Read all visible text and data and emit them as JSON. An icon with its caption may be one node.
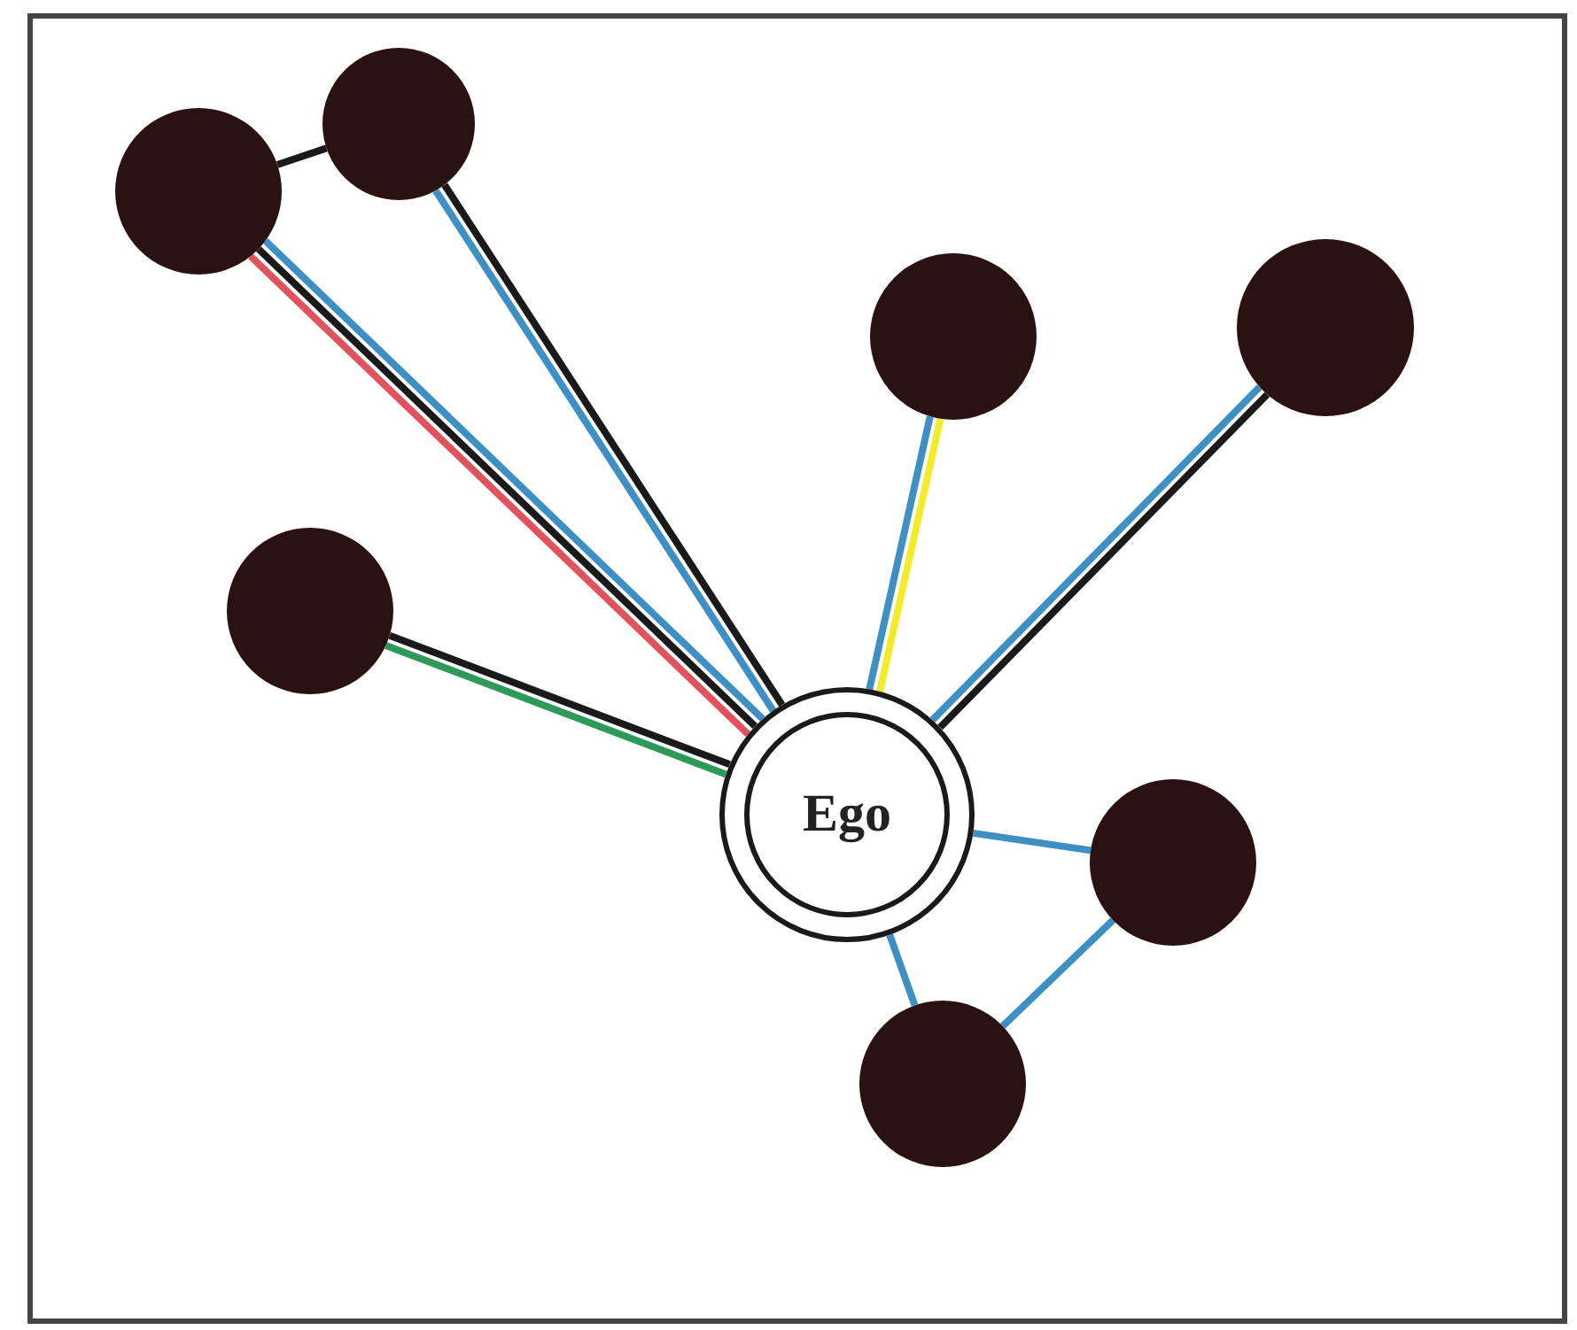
{
  "diagram": {
    "nodes": [
      {
        "text": [],
        "shape": "circle"
      },
      {
        "text": [],
        "shape": "circle"
      },
      {
        "text": [],
        "shape": "circle"
      },
      {
        "text": [],
        "shape": "circle"
      },
      {
        "text": [],
        "shape": "circle"
      },
      {
        "text": [
          "Ego"
        ]
      },
      {
        "text": [],
        "shape": "circle"
      },
      {
        "text": [],
        "shape": "circle"
      }
    ],
    "edges": [
      {
        "from": 0,
        "to": 1,
        "arrow": "none",
        "color": "#1a1a1a"
      },
      {
        "from": 1,
        "to": 5,
        "arrow": "none",
        "color": "#1a1a1a"
      },
      {
        "from": 1,
        "to": 5,
        "arrow": "none"
      },
      {
        "from": 0,
        "to": 5,
        "arrow": "none"
      },
      {
        "from": 0,
        "to": 5,
        "arrow": "none",
        "color": "#1a1a1a"
      },
      {
        "from": 0,
        "to": 5,
        "arrow": "none",
        "color": "#e0525e"
      },
      {
        "from": 2,
        "to": 5,
        "arrow": "none",
        "color": "#f0ec2a"
      },
      {
        "from": 2,
        "to": 5,
        "arrow": "none"
      },
      {
        "from": 3,
        "to": 5,
        "arrow": "none",
        "color": "#1a1a1a"
      },
      {
        "from": 3,
        "to": 5,
        "arrow": "none"
      },
      {
        "from": 4,
        "to": 5,
        "arrow": "none",
        "color": "#1a1a1a"
      },
      {
        "from": 4,
        "to": 5,
        "arrow": "none",
        "color": "#2e9a5a"
      },
      {
        "from": 5,
        "to": 6,
        "arrow": "none"
      },
      {
        "from": 5,
        "to": 7,
        "arrow": "none"
      },
      {
        "from": 6,
        "to": 7,
        "arrow": "none"
      }
    ]
  }
}
